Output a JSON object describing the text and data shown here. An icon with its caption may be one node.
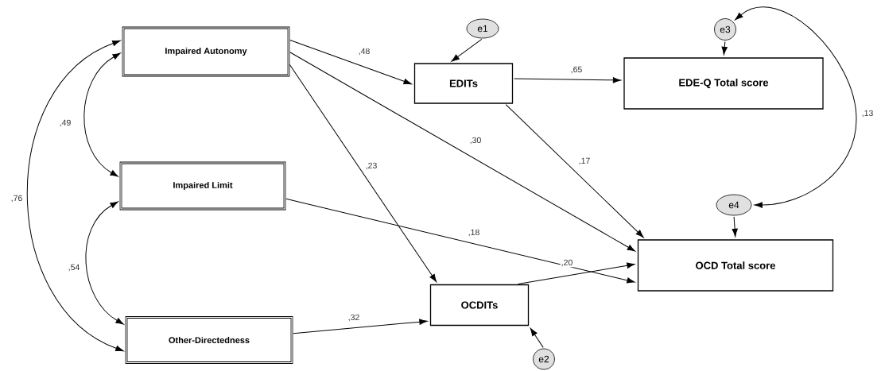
{
  "diagram": {
    "nodes": [
      {
        "text": [
          "Impaired Autonomy"
        ]
      },
      {
        "text": [
          "Impaired Limit"
        ]
      },
      {
        "text": [
          "Other-Directedness"
        ]
      },
      {
        "text": [
          "EDITs"
        ]
      },
      {
        "text": [
          "EDE-Q Total score"
        ]
      },
      {
        "text": [
          "OCD Total score"
        ]
      },
      {
        "text": [
          "OCDITs"
        ]
      },
      {
        "text": [
          "e1"
        ]
      },
      {
        "text": [
          "e2"
        ]
      },
      {
        "text": [
          "e3"
        ]
      },
      {
        "text": [
          "e4"
        ]
      }
    ],
    "edges": [
      {
        "from": 0,
        "to": 3,
        "arrow": "to",
        "label": ",48"
      },
      {
        "from": 3,
        "to": 4,
        "arrow": "to",
        "label": ",65"
      },
      {
        "from": 0,
        "to": 5,
        "arrow": "to",
        "label": ",30"
      },
      {
        "from": 0,
        "to": 6,
        "arrow": "to",
        "label": ",23"
      },
      {
        "from": 3,
        "to": 5,
        "arrow": "to",
        "label": ",17"
      },
      {
        "from": 1,
        "to": 5,
        "arrow": "to",
        "label": ",18"
      },
      {
        "from": 6,
        "to": 5,
        "arrow": "to",
        "label": ",20"
      },
      {
        "from": 2,
        "to": 6,
        "arrow": "to",
        "label": ",32"
      },
      {
        "from": 0,
        "to": 1,
        "arrow": "both",
        "label": ",49"
      },
      {
        "from": 1,
        "to": 2,
        "arrow": "both",
        "label": ",54"
      },
      {
        "from": 0,
        "to": 2,
        "arrow": "both",
        "label": ",76"
      },
      {
        "from": 7,
        "to": 3,
        "arrow": "to"
      },
      {
        "from": 8,
        "to": 6,
        "arrow": "to"
      },
      {
        "from": 9,
        "to": 4,
        "arrow": "to"
      },
      {
        "from": 10,
        "to": 5,
        "arrow": "to"
      },
      {
        "from": 9,
        "to": 10,
        "arrow": "both",
        "label": ",13"
      }
    ]
  }
}
